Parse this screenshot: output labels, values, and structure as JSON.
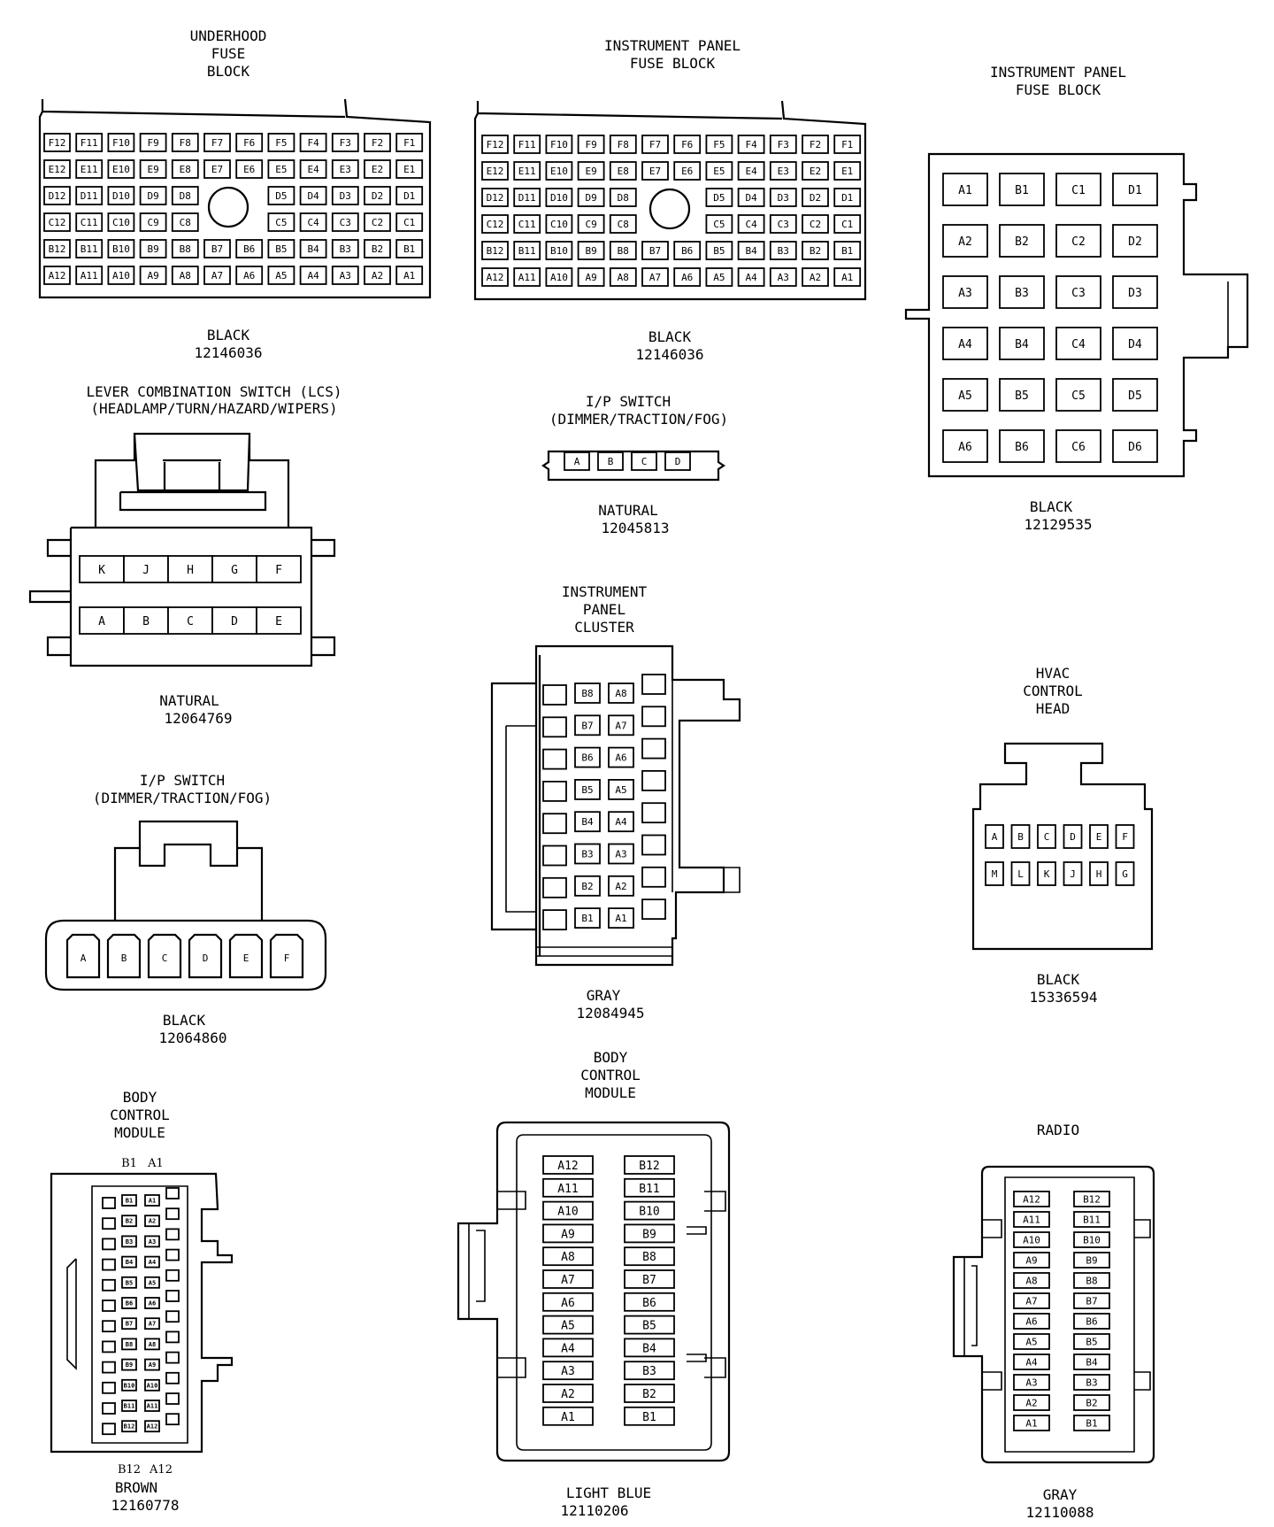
{
  "connectors": {
    "c1": {
      "title": [
        "UNDERHOOD",
        "FUSE",
        "BLOCK"
      ],
      "color": "BLACK",
      "part": "12146036"
    },
    "c2": {
      "title": [
        "INSTRUMENT PANEL",
        "FUSE BLOCK"
      ],
      "color": "BLACK",
      "part": "12146036"
    },
    "c3": {
      "title": [
        "INSTRUMENT PANEL",
        "FUSE BLOCK"
      ],
      "color": "BLACK",
      "part": "12129535"
    },
    "c4": {
      "title": [
        "LEVER COMBINATION SWITCH (LCS)",
        "(HEADLAMP/TURN/HAZARD/WIPERS)"
      ],
      "color": "NATURAL",
      "part": "12064769"
    },
    "c5": {
      "title": [
        "I/P SWITCH",
        "(DIMMER/TRACTION/FOG)"
      ],
      "color": "NATURAL",
      "part": "12045813"
    },
    "c6": {
      "title": [
        "INSTRUMENT",
        "PANEL",
        "CLUSTER"
      ],
      "color": "GRAY",
      "part": "12084945"
    },
    "c7": {
      "title": [
        "HVAC",
        "CONTROL",
        "HEAD"
      ],
      "color": "BLACK",
      "part": "15336594"
    },
    "c8": {
      "title": [
        "I/P SWITCH",
        "(DIMMER/TRACTION/FOG)"
      ],
      "color": "BLACK",
      "part": "12064860"
    },
    "c9": {
      "title": [
        "BODY",
        "CONTROL",
        "MODULE"
      ],
      "color": "BROWN",
      "part": "12160778",
      "top_labels": [
        "B1",
        "A1"
      ],
      "bottom_labels": [
        "B12",
        "A12"
      ]
    },
    "c10": {
      "title": [
        "BODY",
        "CONTROL",
        "MODULE"
      ],
      "color": "LIGHT BLUE",
      "part": "12110206"
    },
    "c11": {
      "title": [
        "RADIO"
      ],
      "color": "GRAY",
      "part": "12110088"
    }
  },
  "pins": {
    "fuse_block_rows": [
      "F",
      "E",
      "D",
      "C",
      "B",
      "A"
    ],
    "fuse_block_cols": [
      "12",
      "11",
      "10",
      "9",
      "8",
      "7",
      "6",
      "5",
      "4",
      "3",
      "2",
      "1"
    ],
    "ip_fuse_rows": [
      [
        "A1",
        "B1",
        "C1",
        "D1"
      ],
      [
        "A2",
        "B2",
        "C2",
        "D2"
      ],
      [
        "A3",
        "B3",
        "C3",
        "D3"
      ],
      [
        "A4",
        "B4",
        "C4",
        "D4"
      ],
      [
        "A5",
        "B5",
        "C5",
        "D5"
      ],
      [
        "A6",
        "B6",
        "C6",
        "D6"
      ]
    ],
    "lcs_top": [
      "K",
      "J",
      "H",
      "G",
      "F"
    ],
    "lcs_bottom": [
      "A",
      "B",
      "C",
      "D",
      "E"
    ],
    "ip_switch_4": [
      "A",
      "B",
      "C",
      "D"
    ],
    "ip_switch_6": [
      "A",
      "B",
      "C",
      "D",
      "E",
      "F"
    ],
    "cluster_b": [
      "B8",
      "B7",
      "B6",
      "B5",
      "B4",
      "B3",
      "B2",
      "B1"
    ],
    "cluster_a": [
      "A8",
      "A7",
      "A6",
      "A5",
      "A4",
      "A3",
      "A2",
      "A1"
    ],
    "hvac_top": [
      "A",
      "B",
      "C",
      "D",
      "E",
      "F"
    ],
    "hvac_bottom": [
      "M",
      "L",
      "K",
      "J",
      "H",
      "G"
    ],
    "bcm_a": [
      "A12",
      "A11",
      "A10",
      "A9",
      "A8",
      "A7",
      "A6",
      "A5",
      "A4",
      "A3",
      "A2",
      "A1"
    ],
    "bcm_b": [
      "B12",
      "B11",
      "B10",
      "B9",
      "B8",
      "B7",
      "B6",
      "B5",
      "B4",
      "B3",
      "B2",
      "B1"
    ],
    "bcm_small_b": [
      "B1",
      "B2",
      "B3",
      "B4",
      "B5",
      "B6",
      "B7",
      "B8",
      "B9",
      "B10",
      "B11",
      "B12"
    ],
    "bcm_small_a": [
      "A1",
      "A2",
      "A3",
      "A4",
      "A5",
      "A6",
      "A7",
      "A8",
      "A9",
      "A10",
      "A11",
      "A12"
    ]
  }
}
